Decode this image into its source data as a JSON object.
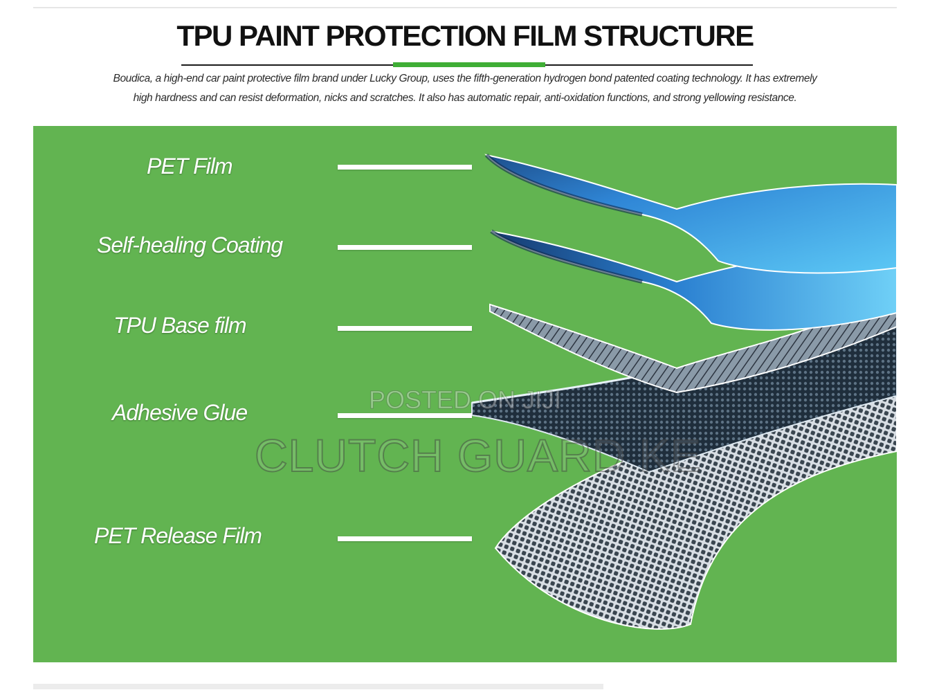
{
  "title": "TPU PAINT PROTECTION FILM STRUCTURE",
  "description": {
    "line1": "Boudica, a high-end car paint protective film brand under Lucky Group, uses the fifth-generation hydrogen bond patented coating technology. It has extremely",
    "line2": "high hardness and can resist deformation, nicks and scratches. It also has automatic repair, anti-oxidation functions, and strong yellowing resistance."
  },
  "layers": [
    {
      "label": "PET Film"
    },
    {
      "label": "Self-healing Coating"
    },
    {
      "label": "TPU Base film"
    },
    {
      "label": "Adhesive Glue"
    },
    {
      "label": "PET Release Film"
    }
  ],
  "watermark": {
    "small": "POSTED ON JIJI",
    "large": "CLUTCH GUARD KE"
  },
  "colors": {
    "panel_green": "#62b451",
    "accent_green": "#3fae35",
    "film_blue": "#3aa8e8"
  }
}
